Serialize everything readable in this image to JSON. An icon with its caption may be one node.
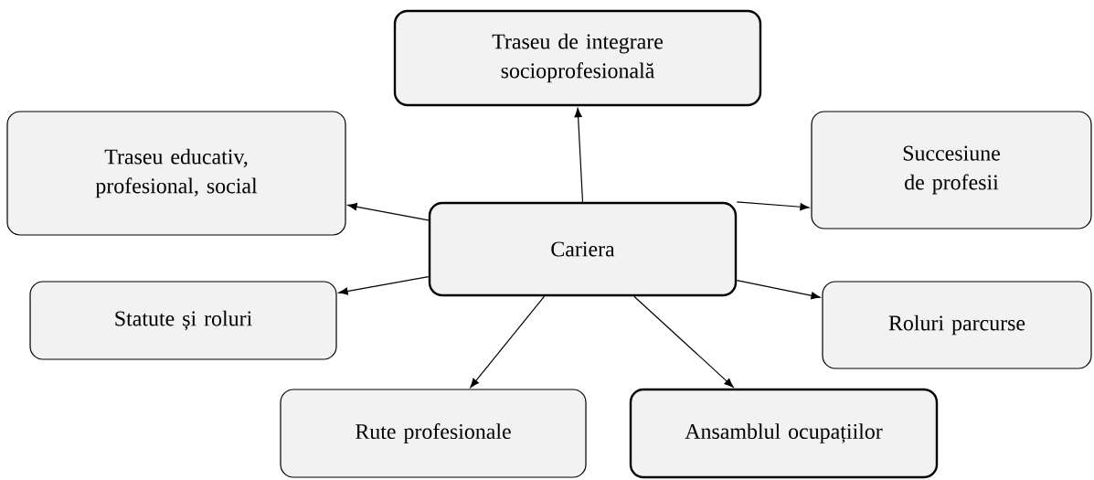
{
  "diagram": {
    "nodes": [
      {
        "text": [
          "Cariera"
        ]
      },
      {
        "text": [
          "Traseu de integrare socioprofesională"
        ]
      },
      {
        "text": [
          "Traseu educativ, profesional, social"
        ]
      },
      {
        "text": [
          "Succesiune de profesii"
        ]
      },
      {
        "text": [
          "Statute și roluri"
        ]
      },
      {
        "text": [
          "Roluri parcurse"
        ]
      },
      {
        "text": [
          "Rute profesionale"
        ]
      },
      {
        "text": [
          "Ansamblul ocupațiilor"
        ]
      }
    ],
    "edges": [
      {
        "from": 0,
        "to": 1,
        "arrow": "to"
      },
      {
        "from": 0,
        "to": 2,
        "arrow": "to"
      },
      {
        "from": 0,
        "to": 3,
        "arrow": "to"
      },
      {
        "from": 0,
        "to": 4,
        "arrow": "to"
      },
      {
        "from": 0,
        "to": 5,
        "arrow": "to"
      },
      {
        "from": 0,
        "to": 6,
        "arrow": "to"
      },
      {
        "from": 0,
        "to": 7,
        "arrow": "to"
      }
    ]
  }
}
